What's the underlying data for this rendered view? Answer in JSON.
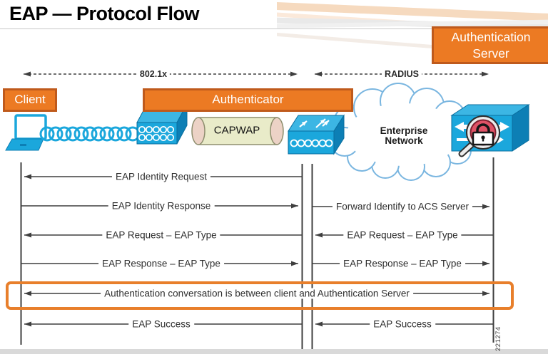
{
  "title": "EAP — Protocol Flow",
  "boxes": {
    "client": "Client",
    "authenticator": "Authenticator",
    "auth_server": "Authentication Server"
  },
  "protocol_spans": {
    "left": "802.1x",
    "right": "RADIUS"
  },
  "network": {
    "ap_top_label": "CAPWAP",
    "tunnel_label": "CAPWAP",
    "cloud_label": "Enterprise Network"
  },
  "sequence": {
    "messages": [
      {
        "label": "EAP Identity Request",
        "segment": "client-authenticator",
        "direction": "left"
      },
      {
        "label": "EAP Identity Response",
        "segment": "client-authenticator",
        "direction": "right"
      },
      {
        "label": "Forward Identify to ACS Server",
        "segment": "authenticator-server",
        "direction": "right"
      },
      {
        "label": "EAP Request – EAP Type",
        "segment": "client-authenticator",
        "direction": "left"
      },
      {
        "label": "EAP Request – EAP Type",
        "segment": "authenticator-server",
        "direction": "left"
      },
      {
        "label": "EAP Response – EAP Type",
        "segment": "client-authenticator",
        "direction": "right"
      },
      {
        "label": "EAP Response – EAP Type",
        "segment": "authenticator-server",
        "direction": "right"
      },
      {
        "label": "Authentication conversation is between client and Authentication Server",
        "segment": "client-server",
        "direction": "both"
      },
      {
        "label": "EAP Success",
        "segment": "client-authenticator",
        "direction": "left"
      },
      {
        "label": "EAP Success",
        "segment": "authenticator-server",
        "direction": "left"
      }
    ]
  },
  "figure_number": "221274",
  "colors": {
    "accent_orange": "#EC7A23",
    "orange_border": "#BF5A1C",
    "cisco_blue": "#1BA7DC",
    "highlight_orange": "#E87F2B"
  }
}
